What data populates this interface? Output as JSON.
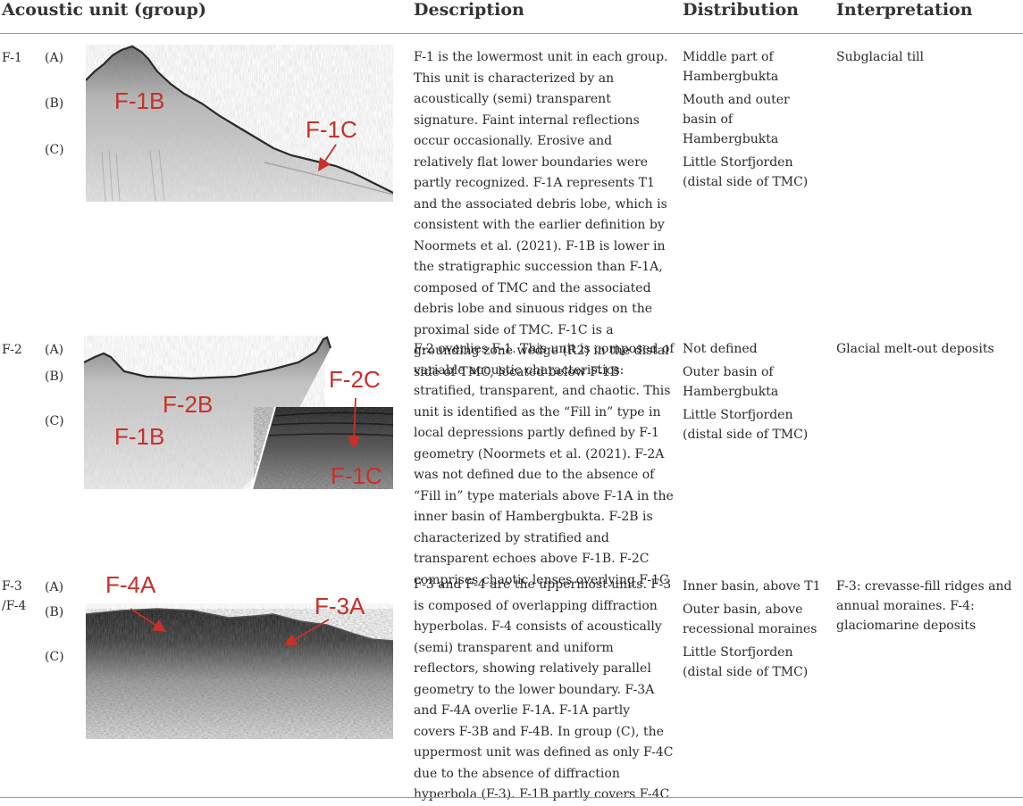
{
  "header": {
    "col1": "Acoustic unit (group)",
    "col2": "Description",
    "col3": "Distribution",
    "col4": "Interpretation"
  },
  "rows": [
    {
      "unit": "F-1",
      "groups": [
        "(A)",
        "(B)",
        "(C)"
      ],
      "image_labels": [
        "F-1B",
        "F-1C"
      ],
      "description": "F-1 is the lowermost unit in each group. This unit is characterized by an acoustically (semi) transparent signature. Faint internal reflections occur occasionally. Erosive and relatively flat lower boundaries were partly recognized. F-1A represents T1 and the associated debris lobe, which is consistent with the earlier definition by Noormets et al. (2021). F-1B is lower in the stratigraphic succession than F-1A, composed of TMC and the associated debris lobe and sinuous ridges on the proximal side of TMC. F-1C is a grounding zone wedge (R2) in the distal side of TMC, located below F-1B",
      "distribution": [
        "Middle part of Hambergbukta",
        "Mouth and outer basin of Hambergbukta",
        "Little Storfjorden (distal side of TMC)"
      ],
      "interpretation": "Subglacial till"
    },
    {
      "unit": "F-2",
      "groups": [
        "(A)",
        "(B)",
        "(C)"
      ],
      "image_labels": [
        "F-2B",
        "F-1B",
        "F-2C",
        "F-1C"
      ],
      "description": "F-2 overlies F-1. This unit is composed of variable acoustic characteristics: stratified, transparent, and chaotic. This unit is identified as the “Fill in” type in local depressions partly defined by F-1 geometry (Noormets et al. (2021). F-2A was not defined due to the absence of “Fill in” type materials above F-1A in the inner basin of Hambergbukta. F-2B is characterized by stratified and transparent echoes above F-1B. F-2C comprises chaotic lenses overlying F-1C",
      "distribution": [
        "Not defined",
        "Outer basin of Hambergbukta",
        "Little Storfjorden (distal side of TMC)"
      ],
      "interpretation": "Glacial melt-out deposits"
    },
    {
      "unit": "F-3 /F-4",
      "groups": [
        "(A)",
        "(B)",
        "(C)"
      ],
      "image_labels": [
        "F-4A",
        "F-3A"
      ],
      "description": "F-3 and F-4 are the uppermost units. F-3 is composed of overlapping diffraction hyperbolas. F-4 consists of acoustically (semi) transparent and uniform reflectors, showing relatively parallel geometry to the lower boundary. F-3A and F-4A overlie F-1A. F-1A partly covers F-3B and F-4B. In group (C), the uppermost unit was defined as only F-4C due to the absence of diffraction hyperbola (F-3). F-1B partly covers F-4C",
      "distribution": [
        "Inner basin, above T1",
        "Outer basin, above recessional moraines",
        "Little Storfjorden (distal side of TMC)"
      ],
      "interpretation": "F-3: crevasse-fill ridges and annual moraines. F-4: glaciomarine deposits"
    }
  ],
  "colors": {
    "annotation_red": "#c8302a",
    "rule": "#9a9a9a",
    "text": "#2b2b2b"
  }
}
